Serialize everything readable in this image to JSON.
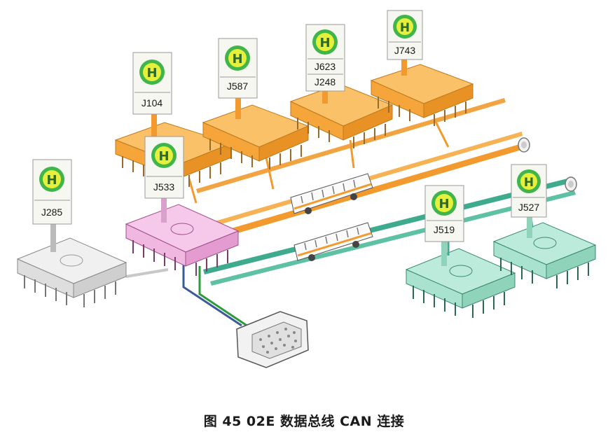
{
  "caption": "图 45  02E 数据总线 CAN 连接",
  "modules": [
    {
      "id": "J104",
      "label": "J104",
      "color": "#f5a53a",
      "bus": "orange"
    },
    {
      "id": "J587",
      "label": "J587",
      "color": "#f5a53a",
      "bus": "orange"
    },
    {
      "id": "J623_J248",
      "labels": [
        "J623",
        "J248"
      ],
      "color": "#f5a53a",
      "bus": "orange"
    },
    {
      "id": "J743",
      "label": "J743",
      "color": "#f5a53a",
      "bus": "orange"
    },
    {
      "id": "J533",
      "label": "J533",
      "color": "#f0b7e0",
      "bus": "gateway"
    },
    {
      "id": "J285",
      "label": "J285",
      "color": "#e6e6e6",
      "bus": "gray"
    },
    {
      "id": "J519",
      "label": "J519",
      "color": "#a9e3cf",
      "bus": "green"
    },
    {
      "id": "J527",
      "label": "J527",
      "color": "#a9e3cf",
      "bus": "green"
    }
  ],
  "sign_glyph": "H",
  "colors": {
    "orange_bus": "#f29a2e",
    "green_bus": "#3eaa8e",
    "gray_wire": "#c8c8c8",
    "sign_green": "#3fb54a",
    "sign_yellow": "#e6f03c"
  },
  "icons": [
    "bus-stop-sign-icon",
    "bus-vehicle-icon",
    "diagnostic-connector-icon",
    "terminator-resistor-icon"
  ]
}
